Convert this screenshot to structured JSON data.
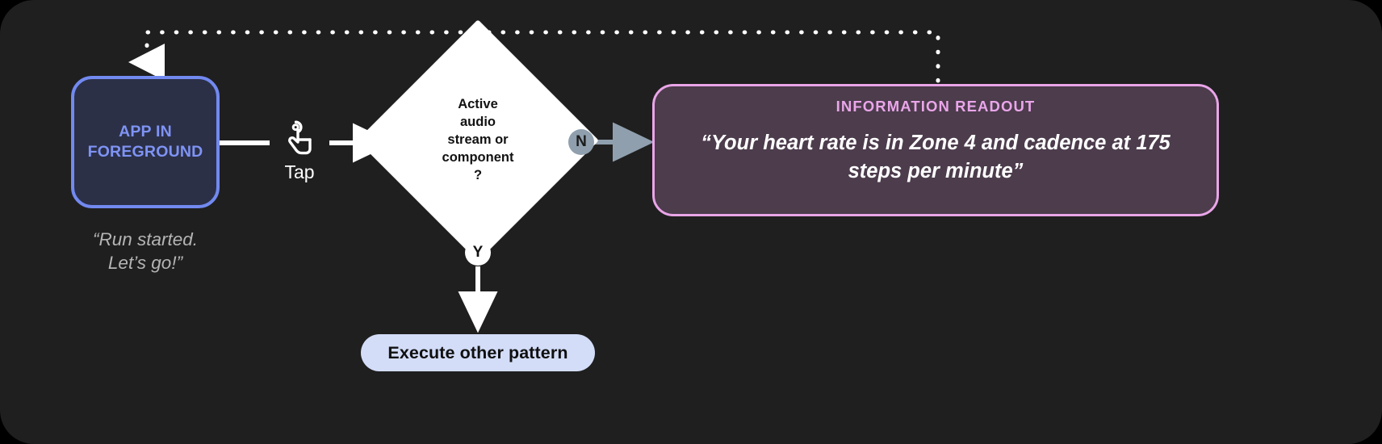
{
  "canvas": {
    "background": "#1f1f1f",
    "page_background": "#000000"
  },
  "nodes": {
    "app": {
      "label": "APP IN\nFOREGROUND",
      "caption": "“Run started.\nLet’s go!”",
      "fill": "#2b3047",
      "border": "#7289f0",
      "text_color": "#7f93f5",
      "caption_color": "#b5b5b5"
    },
    "tap": {
      "label": "Tap",
      "icon": "tap-gesture-icon",
      "color": "#ffffff"
    },
    "decision": {
      "label": "Active\naudio\nstream or\ncomponent\n?",
      "fill": "#ffffff",
      "text_color": "#121212"
    },
    "pattern": {
      "label": "Execute other pattern",
      "fill": "#d3ddf8",
      "text_color": "#101010"
    },
    "readout": {
      "title": "INFORMATION READOUT",
      "body": "“Your heart rate is in Zone 4 and cadence at 175 steps per minute”",
      "fill": "#4c3c4c",
      "border": "#e9a5e8",
      "title_color": "#eaa6ea",
      "body_color": "#ffffff"
    }
  },
  "branches": {
    "no": {
      "label": "N",
      "badge_fill": "#8f9fae",
      "badge_text": "#1b1b1b",
      "arrow_color": "#8f9fae"
    },
    "yes": {
      "label": "Y",
      "badge_fill": "#ffffff",
      "badge_text": "#121212",
      "arrow_color": "#ffffff"
    }
  },
  "connectors": {
    "app_to_tap_color": "#ffffff",
    "tap_to_decision_color": "#ffffff",
    "feedback_loop_color": "#ffffff",
    "feedback_loop_style": "dotted"
  }
}
